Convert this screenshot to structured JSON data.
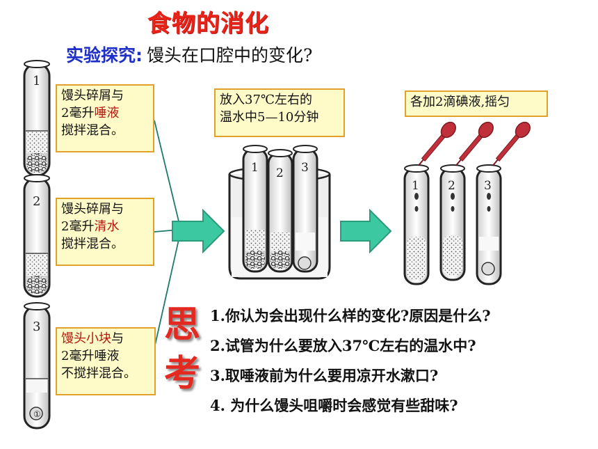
{
  "title": "食物的消化",
  "subtitle": {
    "label": "实验探究:",
    "question": "馒头在口腔中的变化?"
  },
  "tubes": [
    {
      "number": "1",
      "note_prefix": "馒头碎屑与",
      "note_line2_a": "2毫升",
      "note_line2_b": "唾液",
      "note_line3": "搅拌混合。"
    },
    {
      "number": "2",
      "note_prefix": "馒头碎屑与",
      "note_line2_a": "2毫升",
      "note_line2_b": "清水",
      "note_line3": "搅拌混合。"
    },
    {
      "number": "3",
      "note_prefix": "馒头小块",
      "note_suffix": "与",
      "note_line2_a": "2毫升唾液",
      "note_line2_b": "",
      "note_line3": "不搅拌混合。"
    }
  ],
  "step_water": {
    "line1": "放入37℃左右的",
    "line2": "温水中5—10分钟"
  },
  "step_iodine": {
    "text": "各加2滴碘液,摇匀"
  },
  "beaker_labels": [
    "1",
    "2",
    "3"
  ],
  "dropper_labels": [
    "1",
    "2",
    "3"
  ],
  "think": {
    "line1": "思",
    "line2": "考"
  },
  "questions": [
    "1.你认为会出现什么样的变化?原因是什么?",
    "2.试管为什么要放入37℃左右的温水中?",
    "3.取唾液前为什么要用凉开水漱口?",
    "4. 为什么馒头咀嚼时会感觉有些甜味?"
  ],
  "colors": {
    "title": "#e8231a",
    "label_blue": "#1e2ec8",
    "note_bg": "#fffbc8",
    "note_border": "#e0a02a",
    "arrow": "#3cc8a0",
    "dropper": "#c0303a"
  }
}
